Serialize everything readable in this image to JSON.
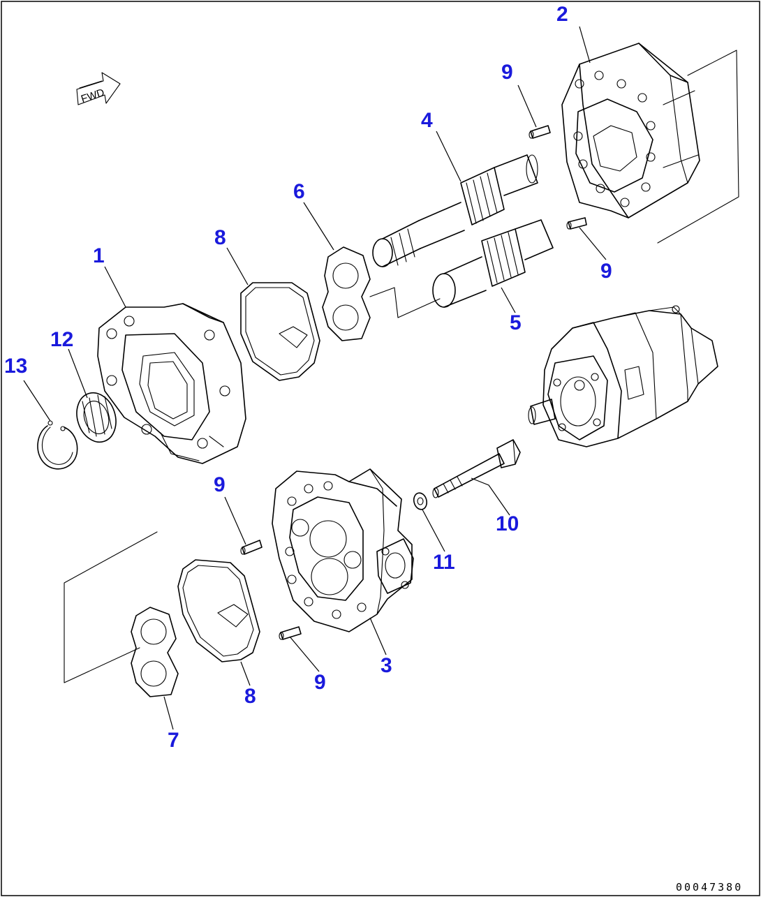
{
  "drawing": {
    "direction_label": "FWD",
    "reference_code": "00047380",
    "callout_color": "#1a1adc"
  },
  "callouts": [
    {
      "id": "c1",
      "label": "1"
    },
    {
      "id": "c2",
      "label": "2"
    },
    {
      "id": "c3",
      "label": "3"
    },
    {
      "id": "c4",
      "label": "4"
    },
    {
      "id": "c5",
      "label": "5"
    },
    {
      "id": "c6",
      "label": "6"
    },
    {
      "id": "c7",
      "label": "7"
    },
    {
      "id": "c8a",
      "label": "8"
    },
    {
      "id": "c8b",
      "label": "8"
    },
    {
      "id": "c9a",
      "label": "9"
    },
    {
      "id": "c9b",
      "label": "9"
    },
    {
      "id": "c9c",
      "label": "9"
    },
    {
      "id": "c9d",
      "label": "9"
    },
    {
      "id": "c10",
      "label": "10"
    },
    {
      "id": "c11",
      "label": "11"
    },
    {
      "id": "c12",
      "label": "12"
    },
    {
      "id": "c13",
      "label": "13"
    }
  ]
}
